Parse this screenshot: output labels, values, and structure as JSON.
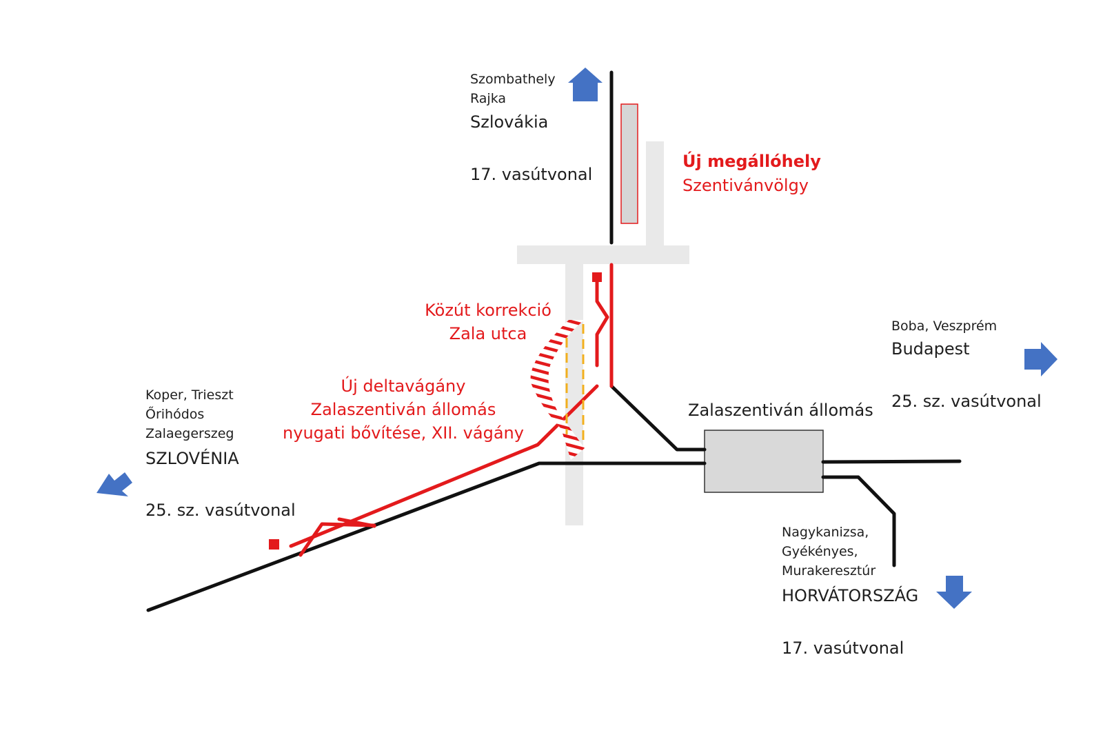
{
  "colors": {
    "track_existing": "#111111",
    "track_new": "#e31a1c",
    "road": "#e9e9e9",
    "station_fill": "#d9d9d9",
    "arrow": "#4472c4",
    "road_path": "#f2b01e"
  },
  "labels": {
    "north": {
      "line1": "Szombathely",
      "line2": "Rajka",
      "country": "Szlovákia",
      "line": "17. vasútvonal",
      "arrow_icon": "arrow-up-icon"
    },
    "west": {
      "line1": "Koper, Trieszt",
      "line2": "Őrihódos",
      "line3": "Zalaegerszeg",
      "country": "SZLOVÉNIA",
      "line": "25. sz. vasútvonal",
      "arrow_icon": "arrow-down-left-icon"
    },
    "east": {
      "line1": "Boba, Veszprém",
      "city": "Budapest",
      "line": "25. sz. vasútvonal",
      "arrow_icon": "arrow-right-icon"
    },
    "south": {
      "line1": "Nagykanizsa,",
      "line2": "Gyékényes,",
      "line3": "Murakeresztúr",
      "country": "HORVÁTORSZÁG",
      "line": "17. vasútvonal",
      "arrow_icon": "arrow-down-icon"
    },
    "stop": {
      "title": "Új megállóhely",
      "name": "Szentivánvölgy"
    },
    "road_correction": {
      "line1": "Közút korrekció",
      "line2": "Zala utca"
    },
    "delta": {
      "line1": "Új deltavágány",
      "line2": "Zalaszentiván állomás",
      "line3": "nyugati bővítése,  XII. vágány"
    },
    "station": {
      "name": "Zalaszentiván állomás"
    }
  }
}
